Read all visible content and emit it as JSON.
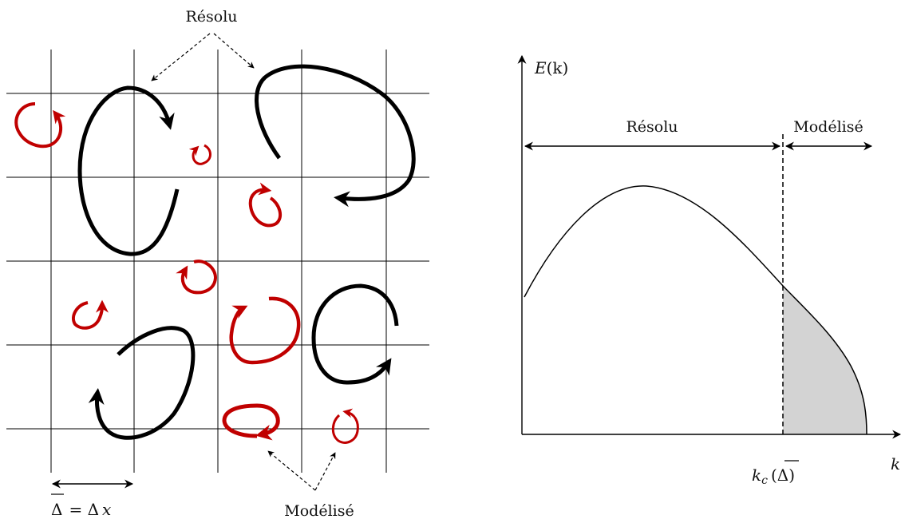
{
  "left_diagram": {
    "resolved_label": "Résolu",
    "modeled_label": "Modélisé",
    "filter_label_bar": "Δ",
    "filter_label_eq": "= Δ",
    "filter_label_x": "x"
  },
  "spectrum": {
    "y_axis_E": "E",
    "y_axis_k": "(k)",
    "x_axis": "k",
    "resolved_label": "Résolu",
    "modeled_label": "Modélisé",
    "cutoff_k": "k",
    "cutoff_sub": "c",
    "cutoff_open": "(",
    "cutoff_delta": "Δ",
    "cutoff_close": ")"
  },
  "colors": {
    "resolved_eddy": "#000000",
    "modeled_eddy": "#c00000",
    "shaded_area": "#d3d3d3"
  }
}
